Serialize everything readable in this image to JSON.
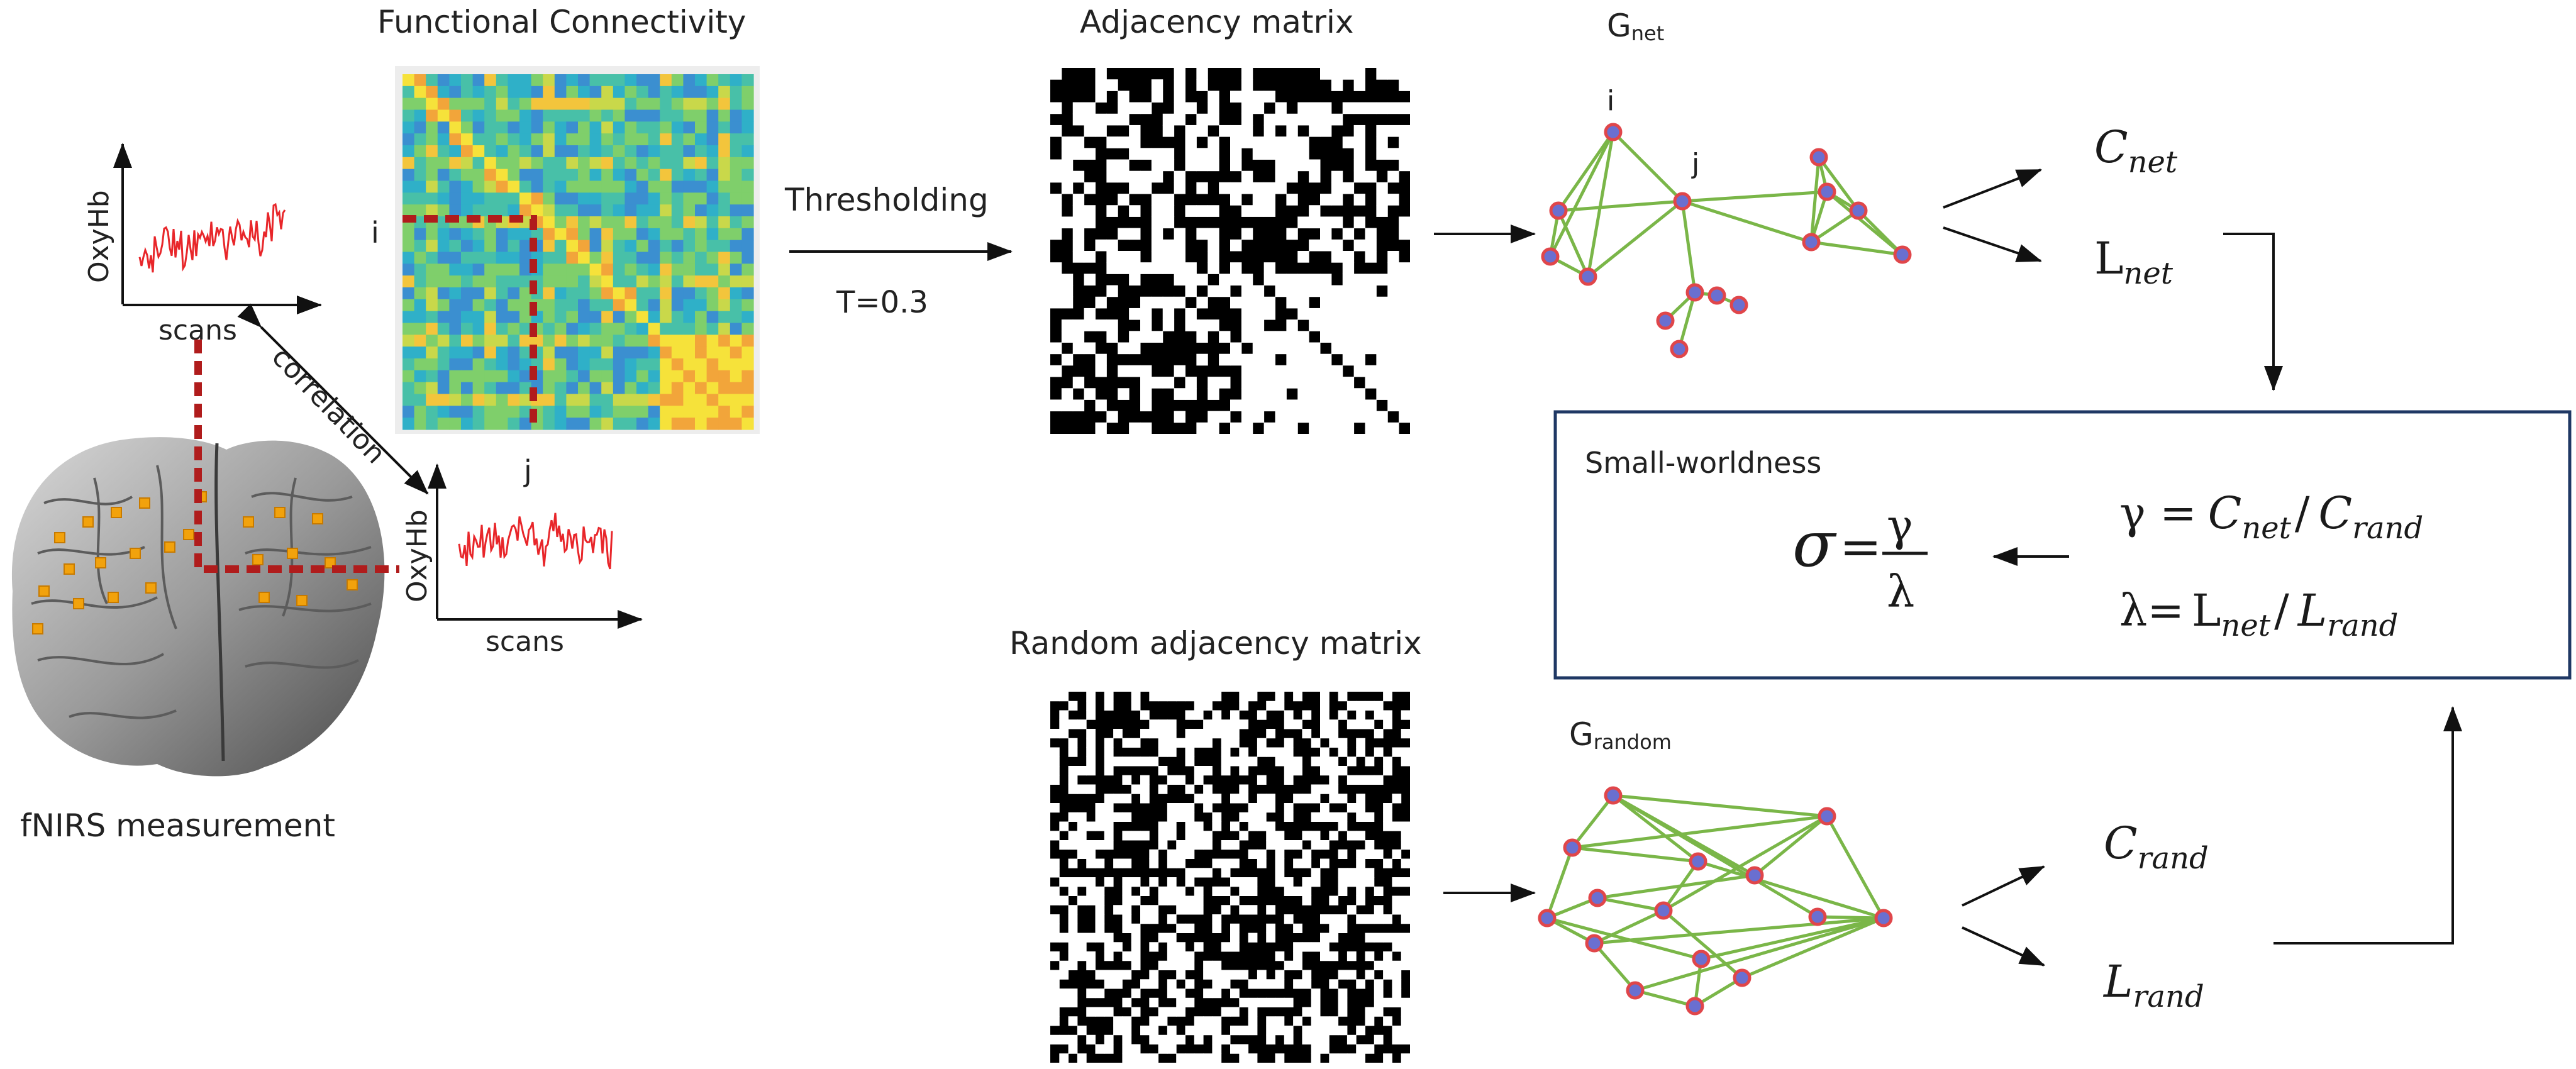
{
  "labels": {
    "fc_title": "Functional Connectivity",
    "adj_title": "Adjacency matrix",
    "rand_adj_title": "Random adjacency matrix",
    "g_net": "G",
    "g_net_sub": "net",
    "g_random": "G",
    "g_random_sub": "random",
    "thresholding": "Thresholding",
    "threshold_value": "T=0.3",
    "correlation": "correlation",
    "oxyhb": "OxyHb",
    "scans": "scans",
    "node_i": "i",
    "node_j": "j",
    "fnirs": "fNIRS measurement",
    "small_worldness": "Small-worldness"
  },
  "metrics": {
    "C": "C",
    "L_net": "L",
    "L_rand": "L",
    "net": "net",
    "rand": "rand"
  },
  "formulas": {
    "sigma": "σ",
    "equals": "=",
    "gamma": "γ",
    "lambda": "λ",
    "gamma_eq": "γ =",
    "lambda_eq": "λ=",
    "slash": "/"
  },
  "colors": {
    "signal": "#e8262a",
    "dashed": "#b01c1c",
    "edge": "#7ab648",
    "node_fill": "#6a6fd0",
    "node_stroke": "#e0464a",
    "box_border": "#1f3864",
    "electrode": "#f2a20c"
  }
}
